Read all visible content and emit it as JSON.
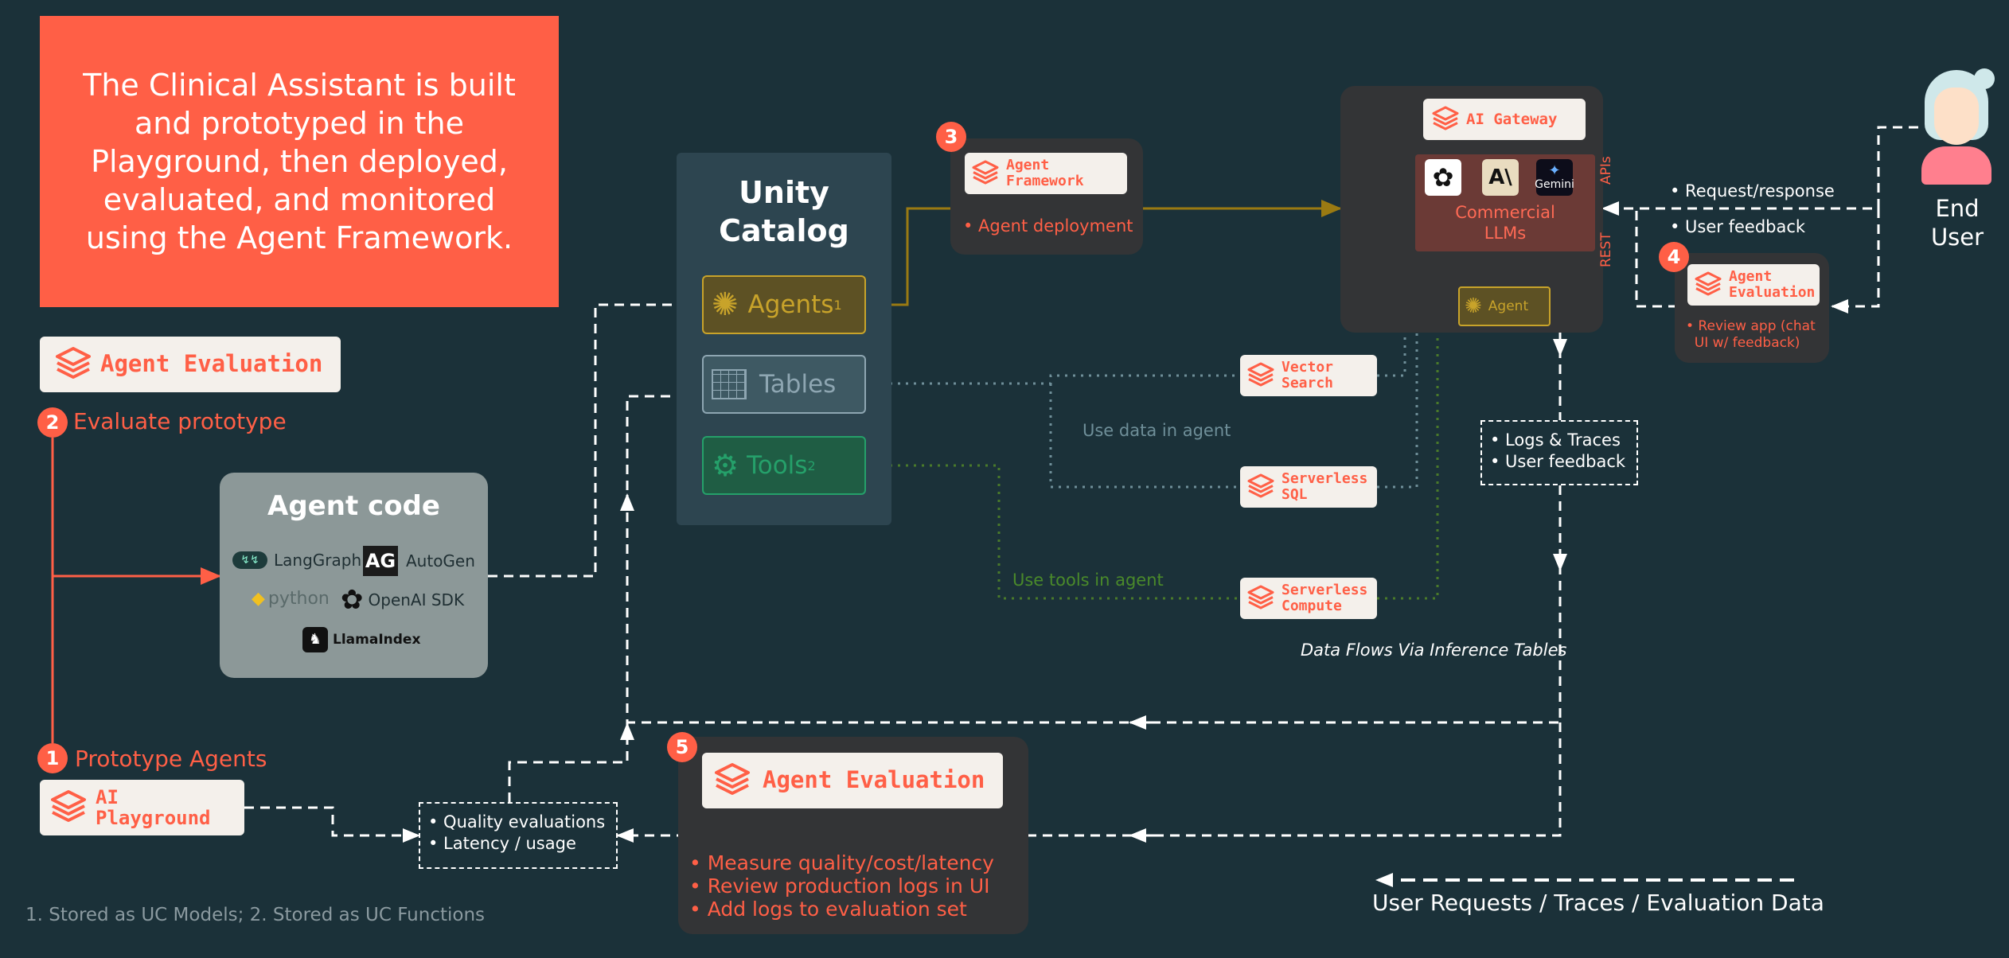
{
  "intro_text": "The Clinical Assistant is built and prototyped in the Playground, then deployed, evaluated, and monitored using the Agent Framework.",
  "step1": {
    "num": "1",
    "label": "Prototype Agents",
    "tag": "AI\nPlayground"
  },
  "step2": {
    "num": "2",
    "label": "Evaluate prototype",
    "tag": "Agent Evaluation"
  },
  "step3": {
    "num": "3",
    "tag": "Agent\nFramework",
    "bullet": "• Agent deployment"
  },
  "step4": {
    "num": "4",
    "tag": "Agent\nEvaluation",
    "bullet": "• Review app (chat\n  UI w/ feedback)"
  },
  "step5": {
    "num": "5",
    "tag": "Agent Evaluation",
    "bullets": [
      "• Measure quality/cost/latency",
      "• Review production logs in UI",
      "• Add logs to evaluation set"
    ]
  },
  "agent_code": {
    "title": "Agent code",
    "frameworks": [
      "LangGraph",
      "AutoGen",
      "python",
      "OpenAI SDK",
      "LlamaIndex"
    ],
    "autogen_logo": "AG"
  },
  "unity_catalog": {
    "title": "Unity\nCatalog",
    "items": [
      {
        "label": "Agents",
        "sup": "1"
      },
      {
        "label": "Tables",
        "sup": ""
      },
      {
        "label": "Tools",
        "sup": "2"
      }
    ]
  },
  "serving": {
    "gateway": "AI Gateway",
    "llm_label": "Commercial\nLLMs",
    "gemini": "Gemini",
    "anthropic_mark": "A\\",
    "agent": "Agent",
    "apis": "APIs",
    "rest": "REST"
  },
  "services": [
    {
      "label": "Vector\nSearch"
    },
    {
      "label": "Serverless\nSQL"
    },
    {
      "label": "Serverless\nCompute"
    }
  ],
  "annotations": {
    "use_data": "Use data in agent",
    "use_tools": "Use tools in agent",
    "request": "• Request/response",
    "feedback": "• User feedback",
    "logs": [
      "• Logs & Traces",
      "• User feedback"
    ],
    "inference": "Data Flows Via Inference Tables",
    "quality": [
      "• Quality evaluations",
      "• Latency / usage"
    ],
    "end_user": "End\nUser",
    "footnote": "1. Stored as UC Models; 2. Stored as UC Functions",
    "legend": "User Requests / Traces / Evaluation Data"
  },
  "colors": {
    "accent": "#ff5f46",
    "background": "#1b3139",
    "agents": "#c8a32a",
    "tables": "#8ea6b2",
    "tools": "#25a06a",
    "data_line": "#6f8f99",
    "tools_line": "#4a7a2a"
  }
}
